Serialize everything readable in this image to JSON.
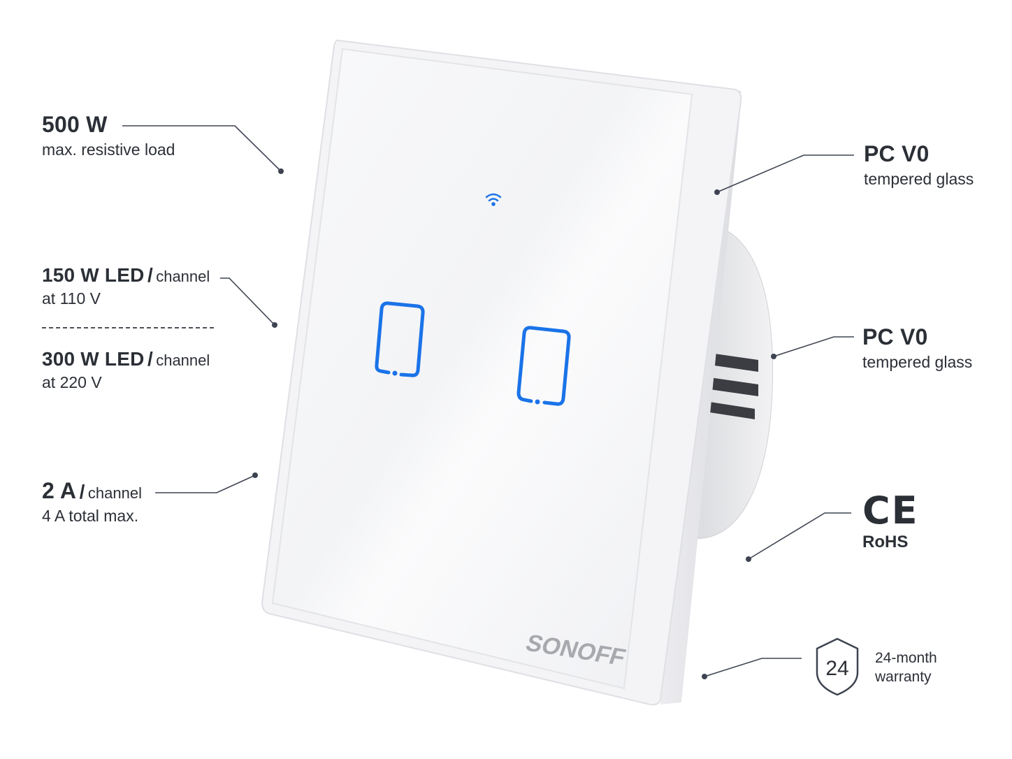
{
  "specs": {
    "load": {
      "value": "500 W",
      "label": "max. resistive load"
    },
    "led110": {
      "value": "150 W LED",
      "slash": "/",
      "unit": "channel",
      "label": "at 110 V"
    },
    "led220": {
      "value": "300 W LED",
      "slash": "/",
      "unit": "channel",
      "label": "at 220 V"
    },
    "current": {
      "value": "2 A",
      "slash": "/",
      "unit": "channel",
      "label": "4 A total max."
    },
    "glass_front": {
      "value": "PC V0",
      "label": "tempered glass"
    },
    "glass_side": {
      "value": "PC V0",
      "label": "tempered glass"
    },
    "cert": {
      "mark": "CE",
      "label": "RoHS"
    },
    "warranty": {
      "months": "24",
      "line1": "24-month",
      "line2": "warranty"
    }
  },
  "product": {
    "brand": "SONOFF",
    "wifi_icon": "wifi-icon",
    "buttons": [
      "touch-button-1",
      "touch-button-2"
    ]
  },
  "colors": {
    "text": "#2b2f36",
    "line": "#3d4350",
    "led": "#1a73e8",
    "panel": "#f7f7f8"
  }
}
